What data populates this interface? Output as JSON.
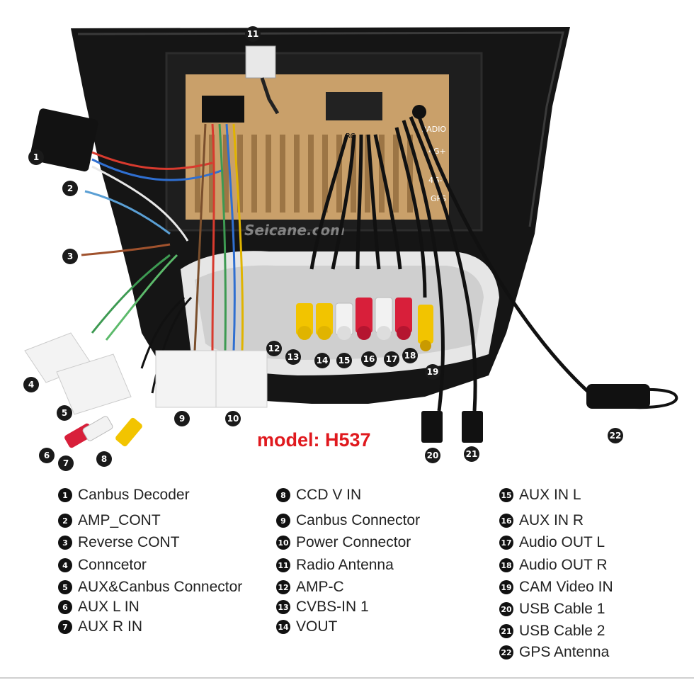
{
  "watermark": "Seicane.com",
  "model_label": "model: H537",
  "unit_port_labels": {
    "radio": "RADIO",
    "g4_plus": "4G+",
    "g4_minus": "4G-",
    "gps": "GPS",
    "rca": "RC"
  },
  "callouts": [
    "1",
    "2",
    "3",
    "4",
    "5",
    "6",
    "7",
    "8",
    "9",
    "10",
    "11",
    "12",
    "13",
    "14",
    "15",
    "16",
    "17",
    "18",
    "19",
    "20",
    "21",
    "22"
  ],
  "legend": [
    {
      "num": "1",
      "label": "Canbus Decoder"
    },
    {
      "num": "2",
      "label": "AMP_CONT"
    },
    {
      "num": "3",
      "label": "Reverse CONT"
    },
    {
      "num": "4",
      "label": "Conncetor"
    },
    {
      "num": "5",
      "label": "AUX&Canbus Connector"
    },
    {
      "num": "6",
      "label": "AUX L IN"
    },
    {
      "num": "7",
      "label": "AUX R IN"
    },
    {
      "num": "8",
      "label": "CCD V IN"
    },
    {
      "num": "9",
      "label": "Canbus Connector"
    },
    {
      "num": "10",
      "label": "Power Connector"
    },
    {
      "num": "11",
      "label": "Radio Antenna"
    },
    {
      "num": "12",
      "label": "AMP-C"
    },
    {
      "num": "13",
      "label": "CVBS-IN 1"
    },
    {
      "num": "14",
      "label": "VOUT"
    },
    {
      "num": "15",
      "label": "AUX IN L"
    },
    {
      "num": "16",
      "label": "AUX IN R"
    },
    {
      "num": "17",
      "label": "Audio OUT L"
    },
    {
      "num": "18",
      "label": "Audio OUT R"
    },
    {
      "num": "19",
      "label": "CAM Video IN"
    },
    {
      "num": "20",
      "label": "USB Cable 1"
    },
    {
      "num": "21",
      "label": "USB Cable 2"
    },
    {
      "num": "22",
      "label": "GPS Antenna"
    }
  ],
  "colors": {
    "accent_red": "#e0191e",
    "frame": "#151515",
    "unit_gold": "#c9a06a",
    "rca_yellow": "#f2c400",
    "rca_red": "#d81f3a",
    "rca_white": "#f2f2f2"
  }
}
